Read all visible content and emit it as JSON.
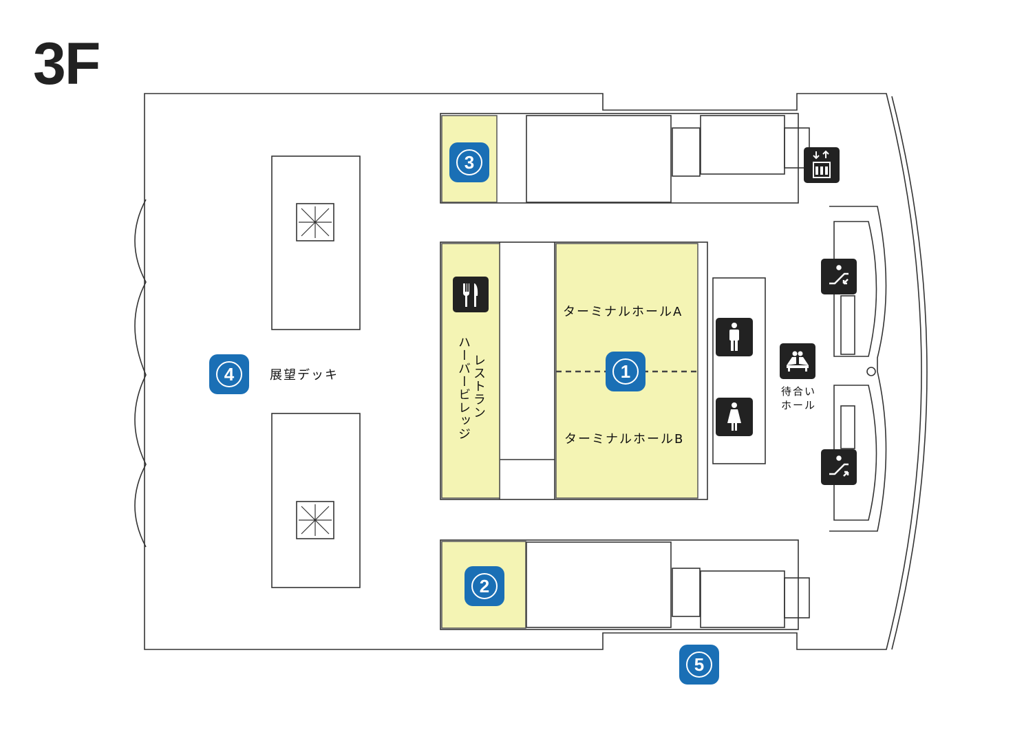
{
  "floor": "3F",
  "areas": {
    "terminal_hall_a": "ターミナルホールA",
    "terminal_hall_b": "ターミナルホールB",
    "restaurant_line1": "レストラン",
    "restaurant_line2": "ハーバービレッジ",
    "observation_deck": "展望デッキ",
    "waiting_hall_line1": "待合い",
    "waiting_hall_line2": "ホール"
  },
  "markers": [
    "1",
    "2",
    "3",
    "4",
    "5"
  ],
  "icons": [
    "restaurant-icon",
    "elevator-icon",
    "escalator-down-icon",
    "escalator-up-icon",
    "mens-restroom-icon",
    "womens-restroom-icon",
    "waiting-area-icon"
  ],
  "colors": {
    "highlight": "#f4f4b4",
    "marker": "#1a6fb5",
    "line": "#333333"
  }
}
